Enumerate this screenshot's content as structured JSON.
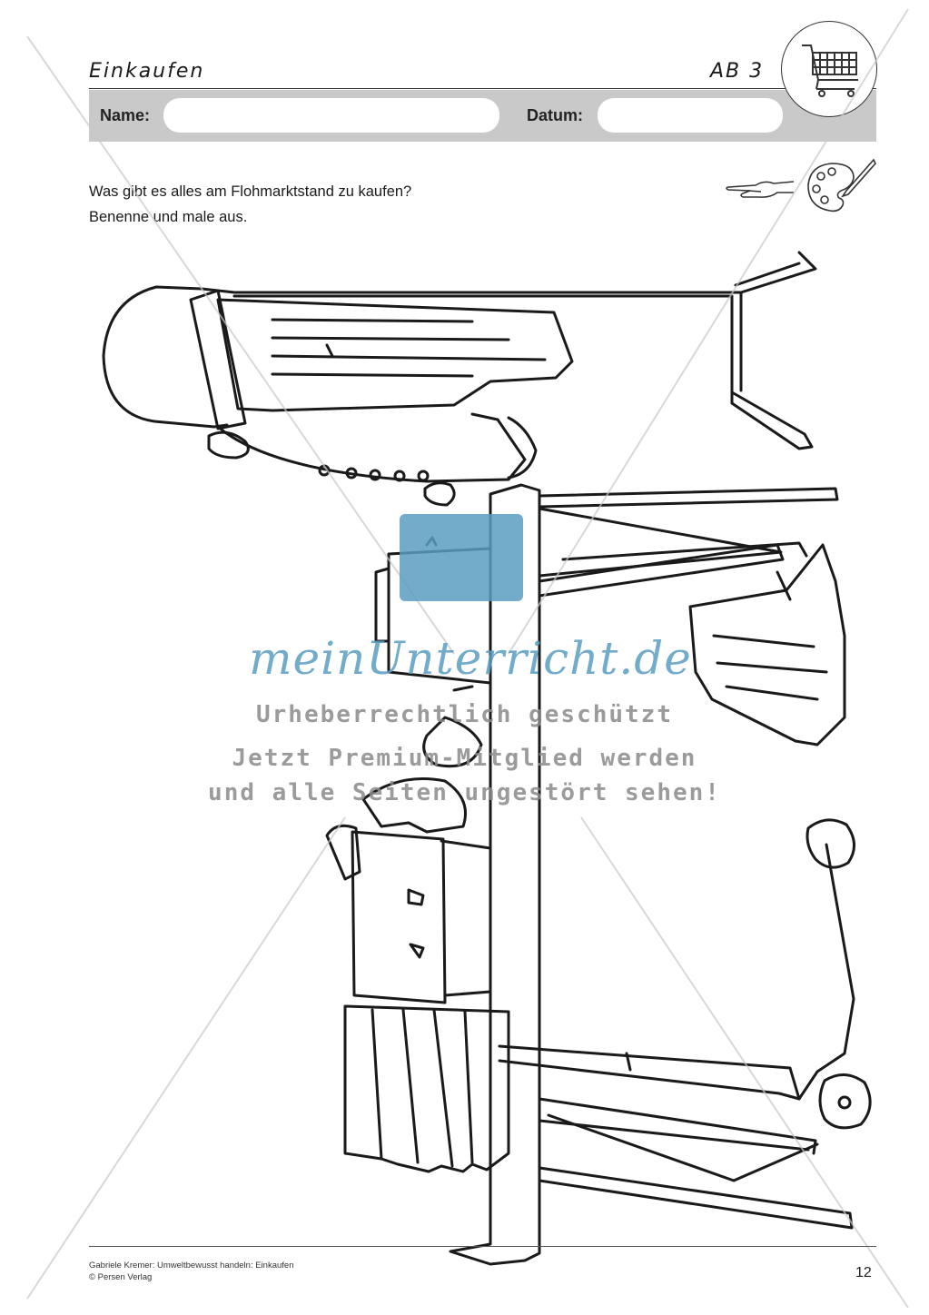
{
  "header": {
    "title": "Einkaufen",
    "sheet_code": "AB 3",
    "name_label": "Name:",
    "date_label": "Datum:"
  },
  "instructions": {
    "line1": "Was gibt es alles am Flohmarktstand zu kaufen?",
    "line2": "Benenne und male aus."
  },
  "icons": [
    "shopping-cart-icon",
    "pointing-hand-icon",
    "paint-palette-icon"
  ],
  "watermark": {
    "logo_text": "meinUnterricht.de",
    "line1": "Urheberrechtlich geschützt",
    "line2": "Jetzt Premium-Mitglied werden",
    "line3": "und alle Seiten ungestört sehen!",
    "color": "#5b9ec2"
  },
  "footer": {
    "credit": "Gabriele Kremer: Umweltbewusst handeln: Einkaufen",
    "publisher": "© Persen Verlag",
    "page_number": "12"
  }
}
